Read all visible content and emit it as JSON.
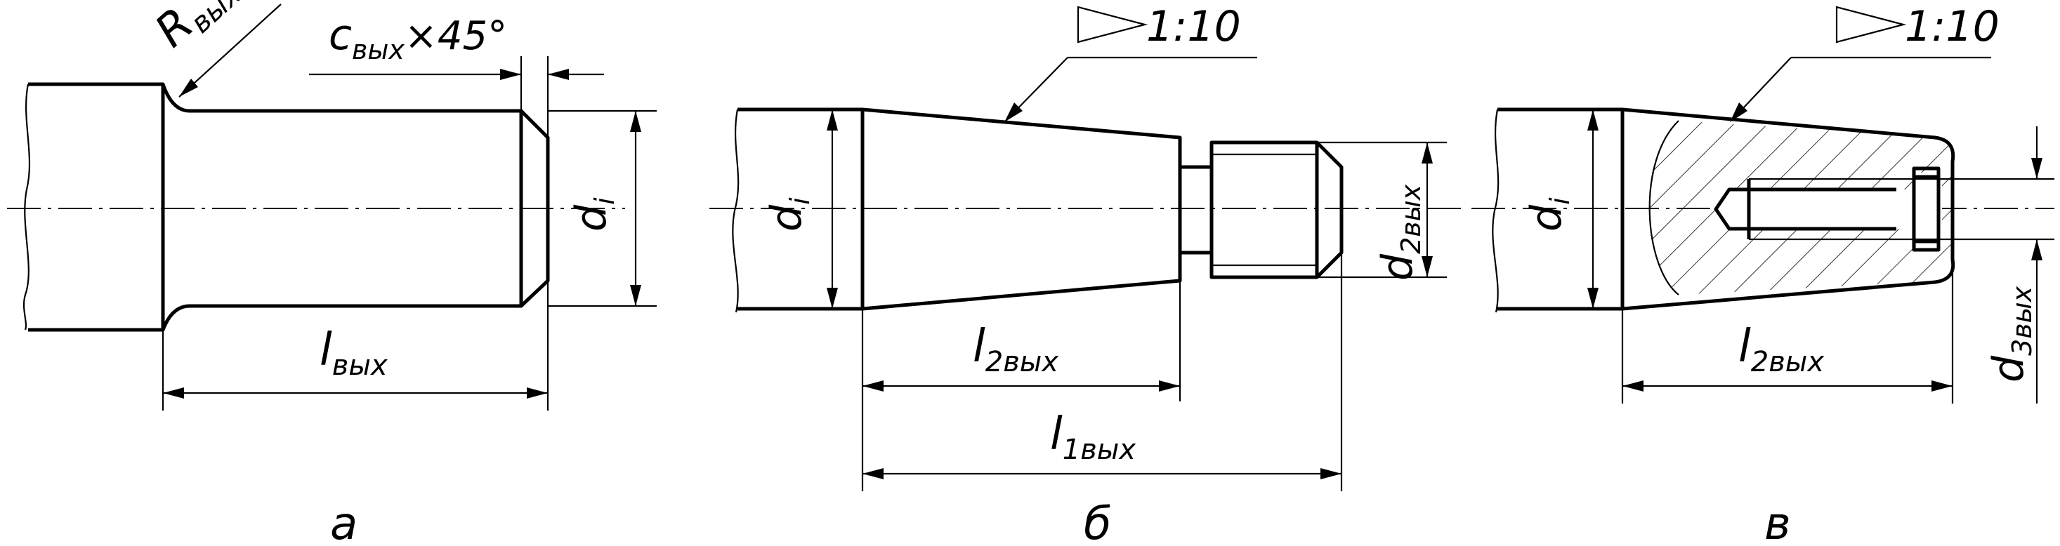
{
  "view_a": {
    "caption": "а",
    "radius_label": {
      "main": "R",
      "sub": "вых"
    },
    "chamfer_label": {
      "main": "c",
      "sub": "вых",
      "suffix": "×45°"
    },
    "length_label": {
      "main": "l",
      "sub": "вых"
    },
    "diameter_label": {
      "main": "d",
      "sub": "i"
    }
  },
  "view_b": {
    "caption": "б",
    "taper_label": "1:10",
    "diameter_label": {
      "main": "d",
      "sub": "i"
    },
    "thread_diameter_label": {
      "main": "d",
      "sub": "2вых"
    },
    "cone_length_label": {
      "main": "l",
      "sub": "2вых"
    },
    "total_length_label": {
      "main": "l",
      "sub": "1вых"
    }
  },
  "view_c": {
    "caption": "в",
    "taper_label": "1:10",
    "diameter_label": {
      "main": "d",
      "sub": "i"
    },
    "hole_diameter_label": {
      "main": "d",
      "sub": "3вых"
    },
    "cone_length_label": {
      "main": "l",
      "sub": "2вых"
    }
  },
  "colors": {
    "line": "#000000",
    "background": "#ffffff"
  }
}
